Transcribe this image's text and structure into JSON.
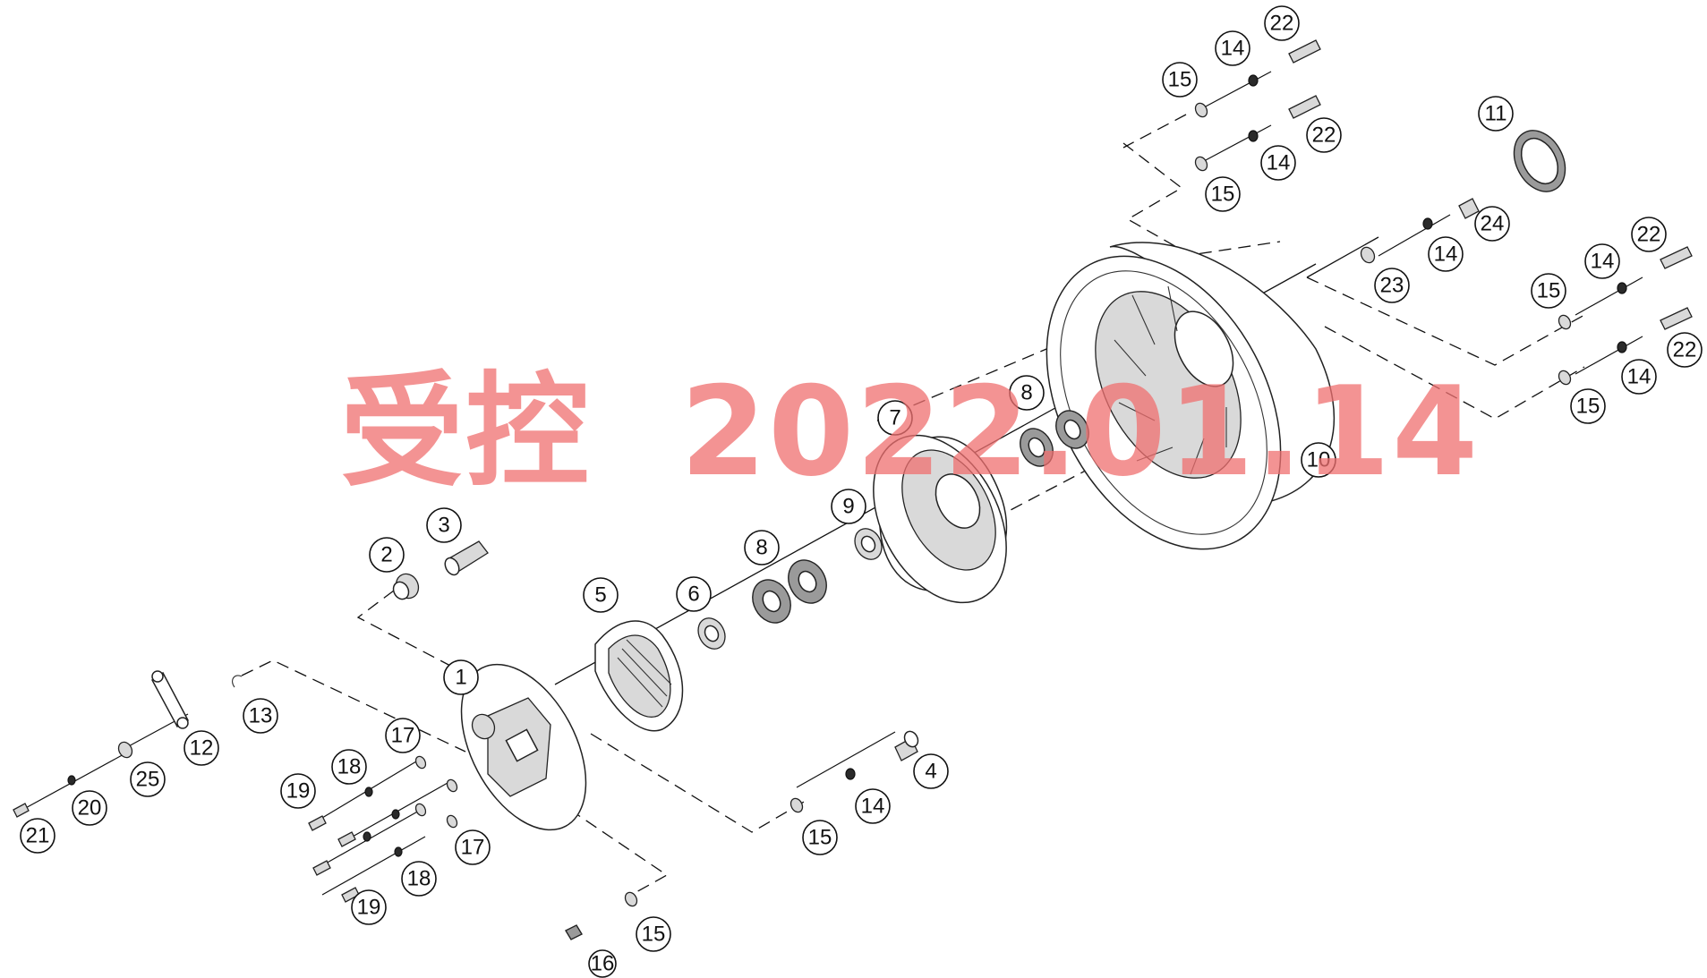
{
  "watermark": "受控  2022.01.14",
  "callouts": [
    {
      "id": "c1",
      "label": "1"
    },
    {
      "id": "c2",
      "label": "2"
    },
    {
      "id": "c3",
      "label": "3"
    },
    {
      "id": "c4",
      "label": "4"
    },
    {
      "id": "c5",
      "label": "5"
    },
    {
      "id": "c6",
      "label": "6"
    },
    {
      "id": "c7",
      "label": "7"
    },
    {
      "id": "c8a",
      "label": "8"
    },
    {
      "id": "c8b",
      "label": "8"
    },
    {
      "id": "c9",
      "label": "9"
    },
    {
      "id": "c10",
      "label": "10"
    },
    {
      "id": "c11",
      "label": "11"
    },
    {
      "id": "c12",
      "label": "12"
    },
    {
      "id": "c13",
      "label": "13"
    },
    {
      "id": "c14a",
      "label": "14"
    },
    {
      "id": "c14b",
      "label": "14"
    },
    {
      "id": "c14c",
      "label": "14"
    },
    {
      "id": "c14d",
      "label": "14"
    },
    {
      "id": "c14e",
      "label": "14"
    },
    {
      "id": "c14f",
      "label": "14"
    },
    {
      "id": "c15a",
      "label": "15"
    },
    {
      "id": "c15b",
      "label": "15"
    },
    {
      "id": "c15c",
      "label": "15"
    },
    {
      "id": "c15d",
      "label": "15"
    },
    {
      "id": "c15e",
      "label": "15"
    },
    {
      "id": "c15f",
      "label": "15"
    },
    {
      "id": "c16",
      "label": "16"
    },
    {
      "id": "c17a",
      "label": "17"
    },
    {
      "id": "c17b",
      "label": "17"
    },
    {
      "id": "c18a",
      "label": "18"
    },
    {
      "id": "c18b",
      "label": "18"
    },
    {
      "id": "c19a",
      "label": "19"
    },
    {
      "id": "c19b",
      "label": "19"
    },
    {
      "id": "c20",
      "label": "20"
    },
    {
      "id": "c21",
      "label": "21"
    },
    {
      "id": "c22a",
      "label": "22"
    },
    {
      "id": "c22b",
      "label": "22"
    },
    {
      "id": "c22c",
      "label": "22"
    },
    {
      "id": "c22d",
      "label": "22"
    },
    {
      "id": "c23",
      "label": "23"
    },
    {
      "id": "c24",
      "label": "24"
    },
    {
      "id": "c25",
      "label": "25"
    }
  ]
}
